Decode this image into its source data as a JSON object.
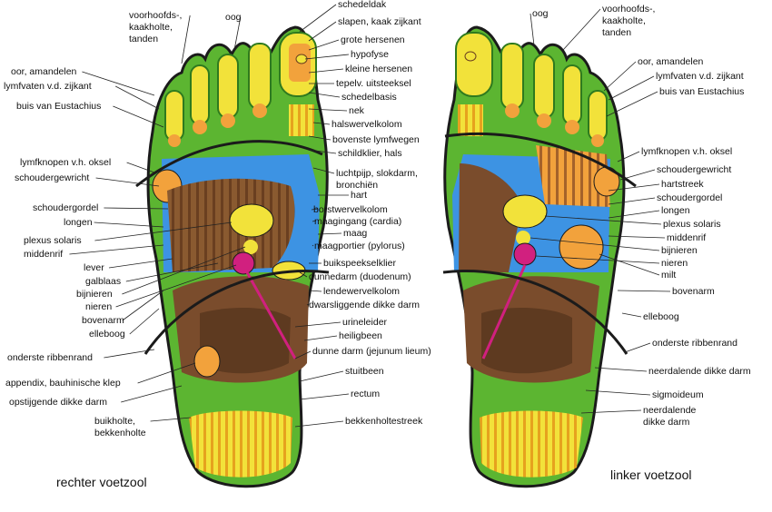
{
  "captions": {
    "right": "rechter voetzool",
    "left": "linker voetzool"
  },
  "labels": {
    "voorhoofdsholte_r": [
      "voorhoofds-,",
      "kaakholte,",
      "tanden"
    ],
    "oog_r": "oog",
    "oor_r": "oor, amandelen",
    "lymf_zij_r": "lymfvaten v.d. zijkant",
    "eust_r": "buis van Eustachius",
    "oksel_r": "lymfknopen v.h. oksel",
    "schoudergewricht_r": "schoudergewricht",
    "schoudergordel_r": "schoudergordel",
    "longen_r": "longen",
    "plexus_r": "plexus solaris",
    "middenrif_r": "middenrif",
    "lever": "lever",
    "galblaas": "galblaas",
    "bijnieren_r": "bijnieren",
    "nieren_r": "nieren",
    "bovenarm_r": "bovenarm",
    "elleboog_r": "elleboog",
    "ribbenrand_r": "onderste ribbenrand",
    "appendix": "appendix, bauhinische klep",
    "opstijgende": "opstijgende dikke darm",
    "buikholte": [
      "buikholte,",
      "bekkenholte"
    ],
    "schedeldak": "schedeldak",
    "slapen": "slapen, kaak zijkant",
    "grote_hersenen": "grote hersenen",
    "hypofyse": "hypofyse",
    "kleine_hersenen": "kleine hersenen",
    "tepelv": "tepelv. uitsteeksel",
    "schedelbasis": "schedelbasis",
    "nek": "nek",
    "halswervelkolom": "halswervelkolom",
    "bovenste_lymf": "bovenste lymfwegen",
    "schildklier": "schildklier, hals",
    "luchtpijp": [
      "luchtpijp, slokdarm,",
      "bronchiën"
    ],
    "hart_c": "hart",
    "borstwervelkolom": "borstwervelkolom",
    "maagingang": "maagingang (cardia)",
    "maag": "maag",
    "maagportier": "maagportier (pylorus)",
    "buikspeekselklier": "buikspeekselklier",
    "dunnedarm": "dunnedarm (duodenum)",
    "lendewervelkolom": "lendewervelkolom",
    "dwarsliggende": "dwarsliggende dikke darm",
    "urineleider": "urineleider",
    "heiligbeen": "heiligbeen",
    "dunne_darm": "dunne darm (jejunum lieum)",
    "stuitbeen": "stuitbeen",
    "rectum": "rectum",
    "bekkenholtestreek": "bekkenholtestreek",
    "oog_l": "oog",
    "voorhoofdsholte_l": [
      "voorhoofds-,",
      "kaakholte,",
      "tanden"
    ],
    "oor_l": "oor, amandelen",
    "lymf_zij_l": "lymfvaten v.d. zijkant",
    "eust_l": "buis van Eustachius",
    "oksel_l": "lymfknopen v.h. oksel",
    "schoudergewricht_l": "schoudergewricht",
    "hartstreek": "hartstreek",
    "schoudergordel_l": "schoudergordel",
    "longen_l": "longen",
    "plexus_l": "plexus solaris",
    "middenrif_l": "middenrif",
    "bijnieren_l": "bijnieren",
    "nieren_l": "nieren",
    "milt": "milt",
    "bovenarm_l": "bovenarm",
    "elleboog_l": "elleboog",
    "ribbenrand_l": "onderste ribbenrand",
    "neerdalende1": "neerdalende dikke darm",
    "sigmoideum": "sigmoideum",
    "neerdalende2": [
      "neerdalende",
      "dikke darm"
    ]
  },
  "colors": {
    "green": "#5cb531",
    "dark_green": "#2f7a1e",
    "yellow": "#f2e23a",
    "orange": "#f2a23c",
    "blue": "#3d93e3",
    "brown": "#7a4c2c",
    "dark_brown": "#5e3a20",
    "magenta": "#d1207f",
    "outline": "#1b1b1b"
  }
}
